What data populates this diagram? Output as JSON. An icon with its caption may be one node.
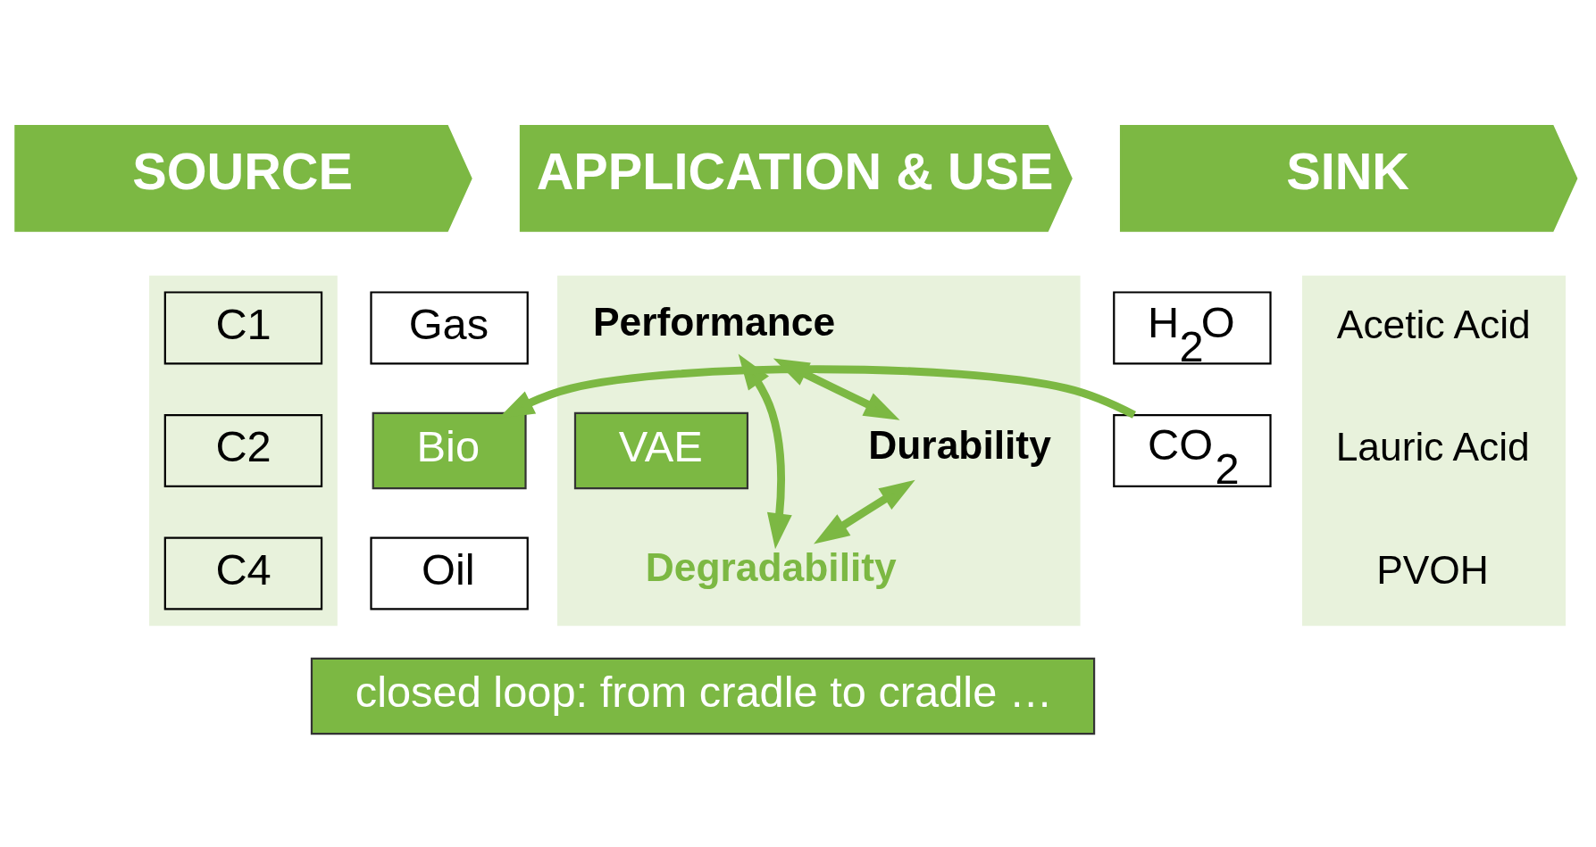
{
  "diagram": {
    "nodes": [
      {
        "text": [
          "SOURCE"
        ]
      },
      {
        "text": [
          "APPLICATION & USE"
        ]
      },
      {
        "text": [
          "SINK"
        ]
      },
      {
        "text": [],
        "shape": "chevron"
      },
      {
        "text": [
          "Gas"
        ]
      },
      {
        "text": [
          "Bio"
        ]
      },
      {
        "text": [
          "Oil"
        ]
      },
      {
        "text": [
          "C1"
        ],
        "in": 3
      },
      {
        "text": [
          "C2"
        ],
        "in": 3
      },
      {
        "text": [
          "C4"
        ],
        "in": 3
      },
      {
        "text": [],
        "shape": "chevron"
      },
      {
        "text": [
          "Performance"
        ],
        "in": 10
      },
      {
        "text": [
          "VAE"
        ],
        "in": 10
      },
      {
        "text": [
          "Durability"
        ],
        "in": 10
      },
      {
        "text": [
          "Degradability"
        ],
        "in": 10
      },
      {
        "text": [],
        "shape": "chevron"
      },
      {
        "text": [
          "H$_{2}$O"
        ]
      },
      {
        "text": [
          "CO$_{2}$"
        ]
      },
      {
        "text": [
          "closed loop: from cradle to cradle …"
        ]
      }
    ],
    "edges": [
      {
        "from": 11,
        "to": 13,
        "arrow": "both"
      },
      {
        "from": 11,
        "to": 14,
        "arrow": "both"
      },
      {
        "from": 13,
        "to": 14,
        "arrow": "both"
      },
      {
        "from": 17,
        "to": 5,
        "arrow": "to"
      }
    ],
    "labels": [
      "Acetic Acid",
      "Lauric Acid",
      "PVOH"
    ]
  }
}
